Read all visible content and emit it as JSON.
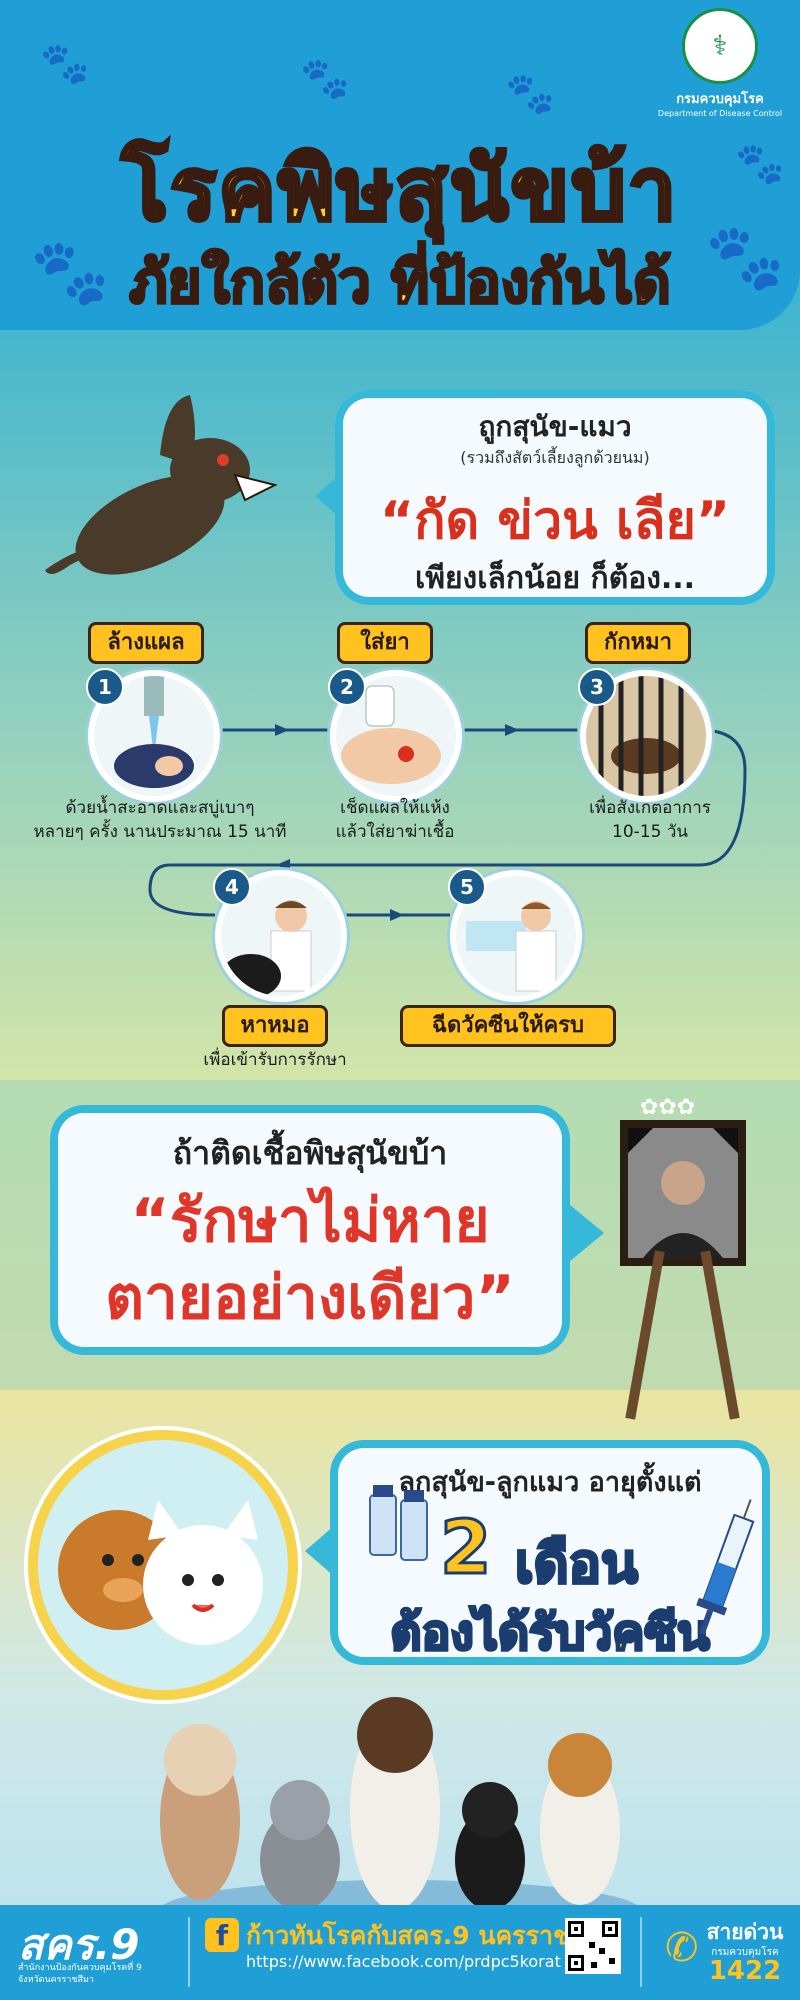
{
  "header": {
    "title_line1": "โรคพิษสุนัขบ้า",
    "title_line2": "ภัยใกล้ตัว ที่ป้องกันได้",
    "logo_name": "กรมควบคุมโรค",
    "logo_sub": "Department of Disease Control"
  },
  "bite_bubble": {
    "line1": "ถูกสุนัข-แมว",
    "line2": "(รวมถึงสัตว์เลี้ยงลูกด้วยนม)",
    "line3": "“กัด ข่วน เลีย”",
    "line4": "เพียงเล็กน้อย ก็ต้อง..."
  },
  "steps": [
    {
      "num": "1",
      "tag": "ล้างแผล",
      "caption1": "ด้วยน้ำสะอาดและสบู่เบาๆ",
      "caption2": "หลายๆ ครั้ง นานประมาณ 15 นาที"
    },
    {
      "num": "2",
      "tag": "ใส่ยา",
      "caption1": "เช็ดแผลให้แห้ง",
      "caption2": "แล้วใส่ยาฆ่าเชื้อ"
    },
    {
      "num": "3",
      "tag": "กักหมา",
      "caption1": "เพื่อสังเกตอาการ",
      "caption2": "10-15 วัน"
    },
    {
      "num": "4",
      "tag": "หาหมอ",
      "caption1": "เพื่อเข้ารับการรักษา",
      "caption2": ""
    },
    {
      "num": "5",
      "tag": "ฉีดวัคซีนให้ครบ",
      "caption1": "",
      "caption2": ""
    }
  ],
  "infection_bubble": {
    "line1": "ถ้าติดเชื้อพิษสุนัขบ้า",
    "line2": "“รักษาไม่หาย",
    "line3": "ตายอย่างเดียว”"
  },
  "vaccine_bubble": {
    "line1": "ลูกสุนัข-ลูกแมว อายุตั้งแต่",
    "number": "2",
    "unit": "เดือน",
    "line3": "ต้องได้รับวัคซีน"
  },
  "footer": {
    "org": "สคร.9",
    "org_sub": "สำนักงานป้องกันควบคุมโรคที่ 9 จังหวัดนครราชสีมา",
    "fb_icon": "f",
    "page_name": "ก้าวทันโรคกับสคร.9 นครราชสีมา",
    "url": "https://www.facebook.com/prdpc5korat",
    "hotline_label": "สายด่วน",
    "hotline_sub": "กรมควบคุมโรค",
    "hotline_number": "1422"
  },
  "colors": {
    "accent": "#ffc21e",
    "blue": "#1f9fd6",
    "red": "#d9301e"
  }
}
